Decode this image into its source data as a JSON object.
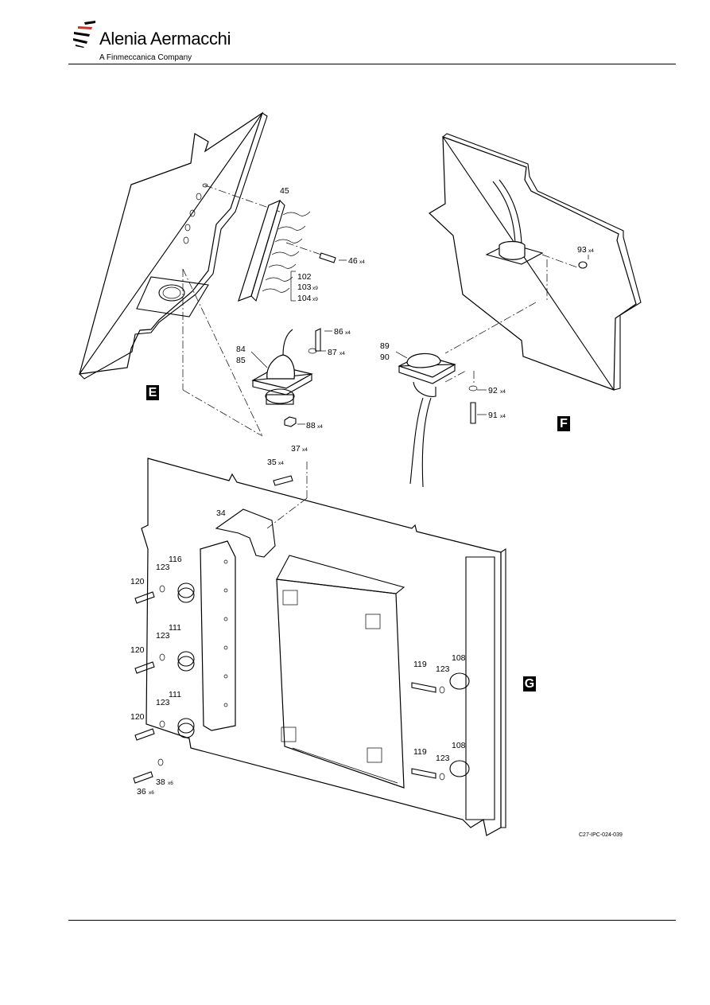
{
  "header": {
    "brand_name": "Alenia Aermacchi",
    "brand_sub": "A Finmeccanica Company",
    "logo_icon": "alenia-swoosh-logo-icon"
  },
  "views": {
    "e": "E",
    "f": "F",
    "g": "G"
  },
  "figure_ref": "C27-IPC-024-039",
  "callouts": {
    "c45": "45",
    "c46": "46",
    "q46": "x4",
    "c102": "102",
    "c103": "103",
    "q103": "x9",
    "c104": "104",
    "q104": "x9",
    "c86": "86",
    "q86": "x4",
    "c87": "87",
    "q87": "x4",
    "c84": "84",
    "c85": "85",
    "c88": "88",
    "q88": "x4",
    "c93": "93",
    "q93": "x4",
    "c89": "89",
    "c90": "90",
    "c92": "92",
    "q92": "x4",
    "c91": "91",
    "q91": "x4",
    "c35": "35",
    "q35": "x4",
    "c37": "37",
    "q37": "x4",
    "c34": "34",
    "c116": "116",
    "c123a": "123",
    "c120a": "120",
    "c111a": "111",
    "c123b": "123",
    "c120b": "120",
    "c111b": "111",
    "c123c": "123",
    "c120c": "120",
    "c36": "36",
    "q36": "x6",
    "c38": "38",
    "q38": "x6",
    "c119a": "119",
    "c123d": "123",
    "c108a": "108",
    "c119b": "119",
    "c123e": "123",
    "c108b": "108"
  }
}
